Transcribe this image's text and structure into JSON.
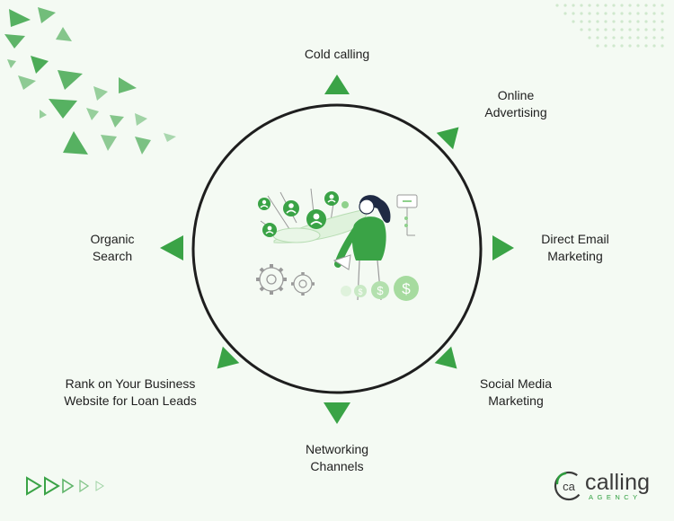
{
  "nodes": [
    {
      "id": "cold-calling",
      "label": "Cold calling"
    },
    {
      "id": "online-advertising",
      "label": "Online\nAdvertising"
    },
    {
      "id": "direct-email-marketing",
      "label": "Direct Email\nMarketing"
    },
    {
      "id": "social-media-marketing",
      "label": "Social Media\nMarketing"
    },
    {
      "id": "networking-channels",
      "label": "Networking\nChannels"
    },
    {
      "id": "rank-website",
      "label": "Rank on Your Business\nWebsite for Loan Leads"
    },
    {
      "id": "organic-search",
      "label": "Organic\nSearch"
    }
  ],
  "brand": {
    "logo_word": "calling",
    "logo_sub": "AGENCY",
    "logo_mark": "ca"
  },
  "colors": {
    "accent_green": "#3aa346",
    "dark_green": "#2e9e3e",
    "light_green": "#8fd18c",
    "background": "#f4faf3",
    "circle": "#1e1e1e"
  },
  "icons": [
    "funnel-illustration-icon",
    "person-icon",
    "gear-icon",
    "dollar-coin-icon",
    "arrow-triangle-icon"
  ]
}
